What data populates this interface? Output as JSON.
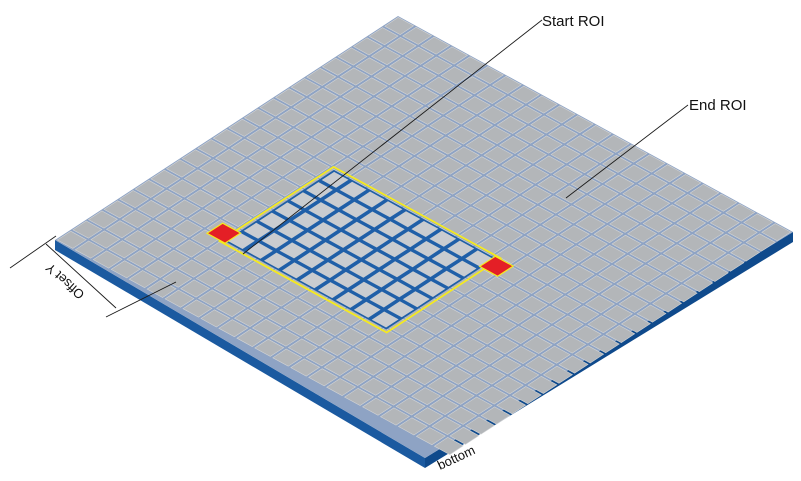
{
  "labels": {
    "start_roi": "Start ROI",
    "end_roi": "End ROI",
    "offset_y": "Offset Y",
    "bottom": "bottom"
  },
  "colors": {
    "background": "#ffffff",
    "sensor_top": "#b9bcbf",
    "pixel_cell": "#b3b6b9",
    "pixel_highlight": "#d2d4d6",
    "grid_line": "#8ea3c4",
    "roi_cell": "#c9ccd0",
    "roi_grid": "#1f5fa8",
    "roi_outline": "#f5ea1e",
    "marker": "#e41f26",
    "edge_front": "#1b5aa0",
    "edge_side": "#0f4a8c",
    "leader_line": "#1a1a1a"
  },
  "sensor": {
    "pixel_columns": 22,
    "pixel_rows": 22
  },
  "roi": {
    "columns": 9,
    "rows": 7
  }
}
